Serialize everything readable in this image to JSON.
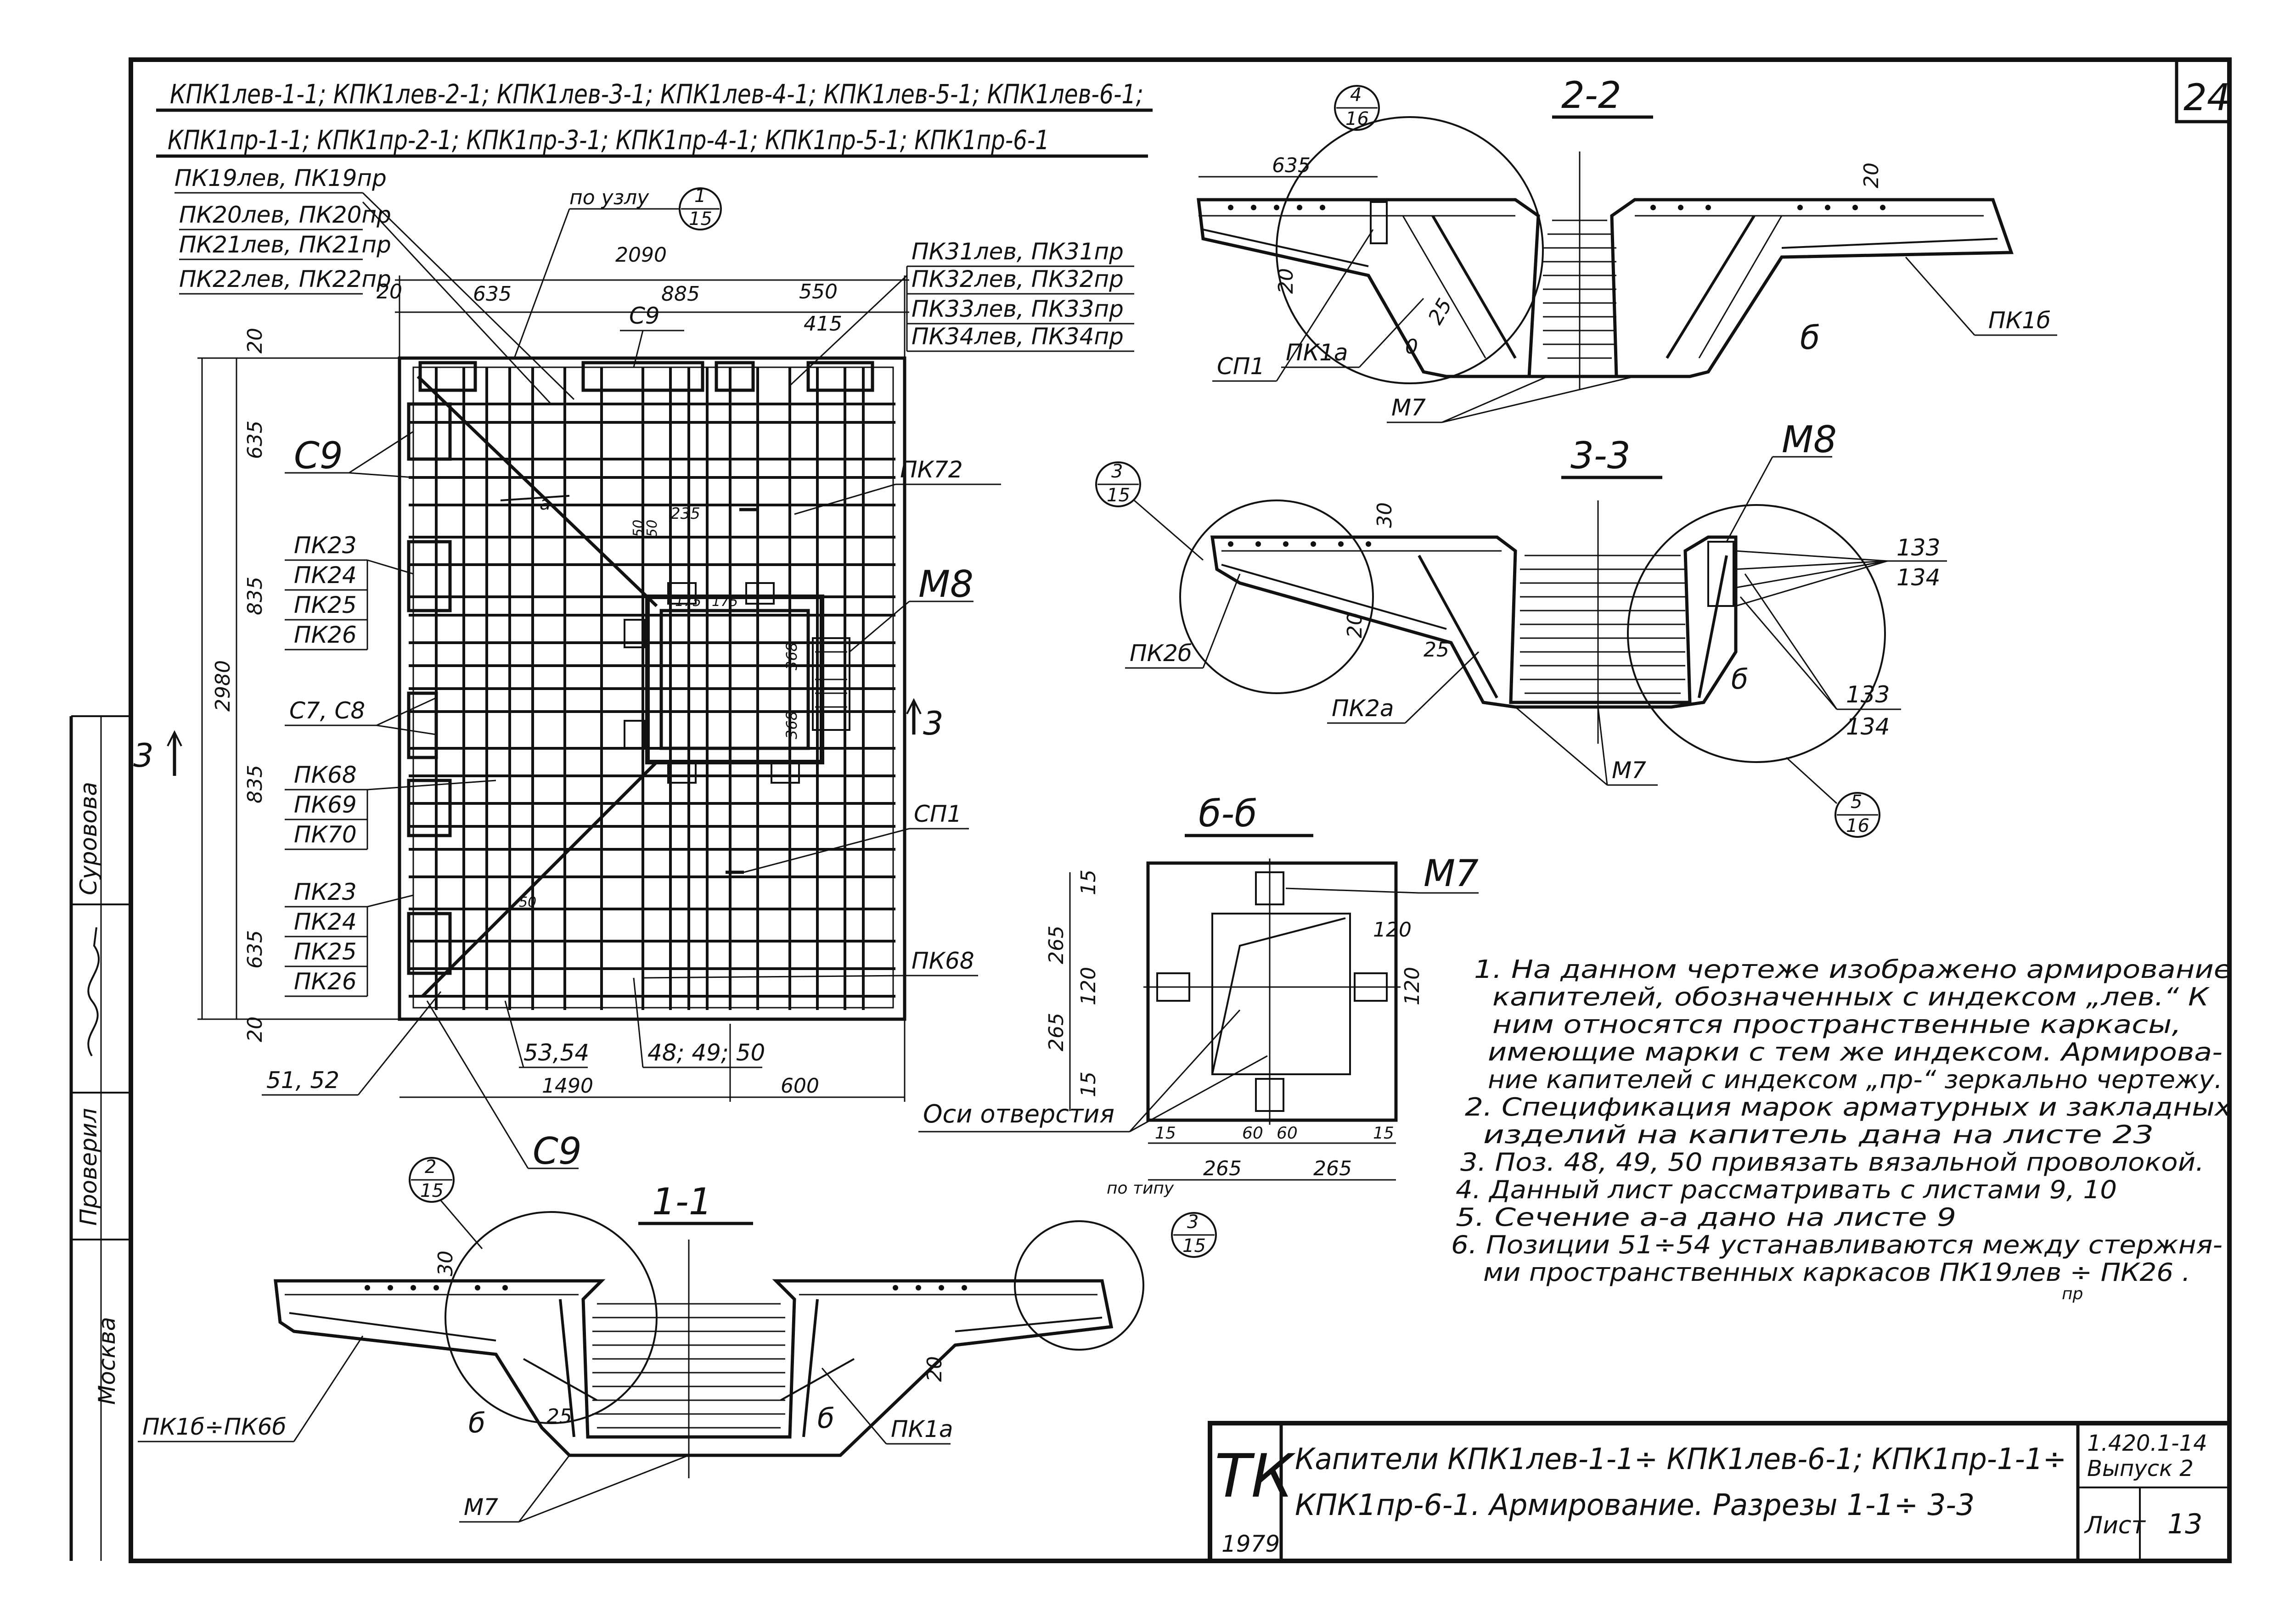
{
  "sheet": {
    "corner_number": "24",
    "header_line1": "КПК1лев-1-1; КПК1лев-2-1; КПК1лев-3-1; КПК1лев-4-1; КПК1лев-5-1; КПК1лев-6-1;",
    "header_line2": "КПК1пр-1-1; КПК1пр-2-1; КПК1пр-3-1; КПК1пр-4-1; КПК1пр-5-1; КПК1пр-6-1"
  },
  "plan": {
    "node_ref_text": "по узлу",
    "node_ref": {
      "num": "1",
      "den": "15"
    },
    "top_left_labels": [
      "ПК19лев, ПК19пр",
      "ПК20лев, ПК20пр",
      "ПК21лев, ПК21пр",
      "ПК22лев, ПК22пр"
    ],
    "top_right_labels": [
      "ПК31лев, ПК31пр",
      "ПК32лев, ПК32пр",
      "ПК33лев, ПК33пр",
      "ПК34лев, ПК34пр"
    ],
    "dims_top": [
      "20",
      "635",
      "885",
      "550",
      "415",
      "2090"
    ],
    "dims_left": [
      "20",
      "635",
      "835",
      "835",
      "635",
      "20",
      "2980"
    ],
    "dims_bottom": [
      "1490",
      "600"
    ],
    "dims_inner": [
      "175",
      "175",
      "50",
      "50",
      "235",
      "368",
      "368",
      "50"
    ],
    "left_group1": [
      "ПК23",
      "ПК24",
      "ПК25",
      "ПК26"
    ],
    "left_group2": [
      "ПК68",
      "ПК69",
      "ПК70"
    ],
    "left_group3": [
      "ПК23",
      "ПК24",
      "ПК25",
      "ПК26"
    ],
    "labels": {
      "c9_a": "С9",
      "c9_b": "С9",
      "c9_c": "С9",
      "c7c8": "С7, С8",
      "pk72": "ПК72",
      "m8": "М8",
      "sp1": "СП1",
      "pk68": "ПК68",
      "p5152": "51, 52",
      "p5354": "53,54",
      "p484950": "48; 49; 50",
      "aa": "а",
      "cut3": "3"
    }
  },
  "section22": {
    "title": "2-2",
    "callout": {
      "num": "4",
      "den": "16"
    },
    "dims": [
      "635",
      "20",
      "20",
      "25",
      "0"
    ],
    "labels": {
      "sp1": "СП1",
      "pk1a": "ПК1а",
      "m7": "М7",
      "b": "б",
      "pk1b": "ПК1б"
    }
  },
  "section33": {
    "title": "3-3",
    "callout_left": {
      "num": "3",
      "den": "15"
    },
    "callout_right": {
      "num": "5",
      "den": "16"
    },
    "dims": [
      "30",
      "20",
      "25"
    ],
    "labels": {
      "m8": "М8",
      "pos_top": "133",
      "pos_top2": "134",
      "pos_bot": "133",
      "pos_bot2": "134",
      "pk2b": "ПК2б",
      "pk2a": "ПК2а",
      "m7": "М7",
      "b": "б"
    }
  },
  "sectionbb": {
    "title": "б-б",
    "m7": "М7",
    "holes_axis": "Оси отверстия",
    "dims_left": [
      "15",
      "265",
      "120",
      "265",
      "15"
    ],
    "dims_right": [
      "120",
      "120"
    ],
    "dims_bottom": [
      "15",
      "60",
      "60",
      "15",
      "265",
      "265"
    ]
  },
  "section11": {
    "title": "1-1",
    "callout_left": {
      "num": "2",
      "den": "15"
    },
    "callout_right_text": "по типу",
    "callout_right": {
      "num": "3",
      "den": "15"
    },
    "dims": [
      "30",
      "25",
      "20"
    ],
    "labels": {
      "pk1b6b": "ПК1б÷ПК6б",
      "m7": "М7",
      "b1": "б",
      "b2": "б",
      "pk1a": "ПК1а"
    }
  },
  "notes": [
    "1. На данном чертеже изображено армирование",
    "капителей, обозначенных с индексом „лев.“ К",
    "ним относятся пространственные каркасы,",
    "имеющие марки с тем же индексом. Армирова-",
    "ние капителей с индексом „пр-“ зеркально чертежу.",
    "2. Спецификация марок арматурных и закладных",
    "изделий на капитель дана на листе 23",
    "3. Поз. 48, 49, 50 привязать вязальной проволокой.",
    "4. Данный лист рассматривать с листами 9, 10",
    "5. Сечение а-а дано на листе 9",
    "6. Позиции 51÷54 устанавливаются между стержня-",
    "ми пространственных каркасов ПК19лев ÷ ПК26 .",
    "пр"
  ],
  "left_margin": [
    "Проверил",
    "Москва",
    "Суровова"
  ],
  "title_block": {
    "logo": "ТК",
    "year": "1979",
    "title_line1": "Капители КПК1лев-1-1÷ КПК1лев-6-1; КПК1пр-1-1÷",
    "title_line2": "КПК1пр-6-1. Армирование. Разрезы 1-1÷ 3-3",
    "code_line1": "1.420.1-14",
    "code_line2": "Выпуск 2",
    "sheet_label": "Лист",
    "sheet_number": "13"
  }
}
